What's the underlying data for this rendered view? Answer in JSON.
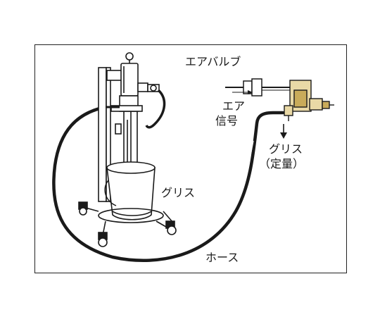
{
  "labels": {
    "air_valve": "エアバルブ",
    "air_signal_line1": "エア",
    "air_signal_line2": "信号",
    "grease_outlet": "グリス",
    "fixed_quantity": "（定量）",
    "grease_bucket": "グリス",
    "hose": "ホース"
  },
  "colors": {
    "line": "#1a1a1a",
    "valve_fill": "#e9d9a6",
    "valve_shadow": "#c9ab5a"
  }
}
